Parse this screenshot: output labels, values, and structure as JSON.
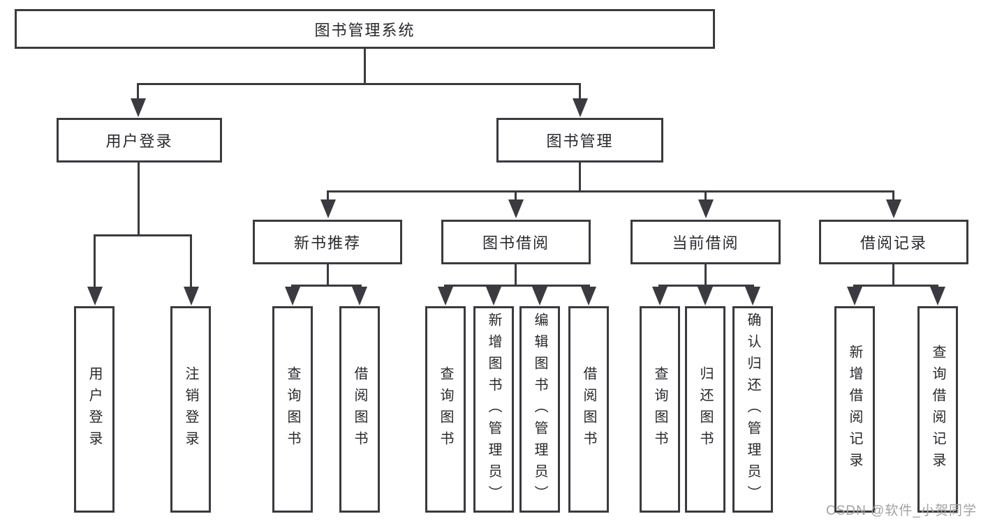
{
  "diagram": {
    "title": "图书管理系统",
    "watermark": "CSDN @软件_小贺同学",
    "colors": {
      "line": "#3a3a40",
      "text": "#28282e",
      "background": "#ffffff",
      "watermark": "#a2a2a2"
    },
    "nodes": [
      {
        "id": "root",
        "label": "图书管理系统",
        "level": 1,
        "parent": null
      },
      {
        "id": "user-login",
        "label": "用户登录",
        "level": 2,
        "parent": "root"
      },
      {
        "id": "book-management",
        "label": "图书管理",
        "level": 2,
        "parent": "root"
      },
      {
        "id": "new-book-recommend",
        "label": "新书推荐",
        "level": 3,
        "parent": "book-management"
      },
      {
        "id": "book-borrow",
        "label": "图书借阅",
        "level": 3,
        "parent": "book-management"
      },
      {
        "id": "current-borrow",
        "label": "当前借阅",
        "level": 3,
        "parent": "book-management"
      },
      {
        "id": "borrow-records",
        "label": "借阅记录",
        "level": 3,
        "parent": "book-management"
      },
      {
        "id": "leaf-user-login",
        "label": "用户登录",
        "level": 4,
        "parent": "user-login"
      },
      {
        "id": "leaf-logout",
        "label": "注销登录",
        "level": 4,
        "parent": "user-login"
      },
      {
        "id": "leaf-query-book-1",
        "label": "查询图书",
        "level": 4,
        "parent": "new-book-recommend"
      },
      {
        "id": "leaf-borrow-book-1",
        "label": "借阅图书",
        "level": 4,
        "parent": "new-book-recommend"
      },
      {
        "id": "leaf-query-book-2",
        "label": "查询图书",
        "level": 4,
        "parent": "book-borrow"
      },
      {
        "id": "leaf-add-book",
        "label": "新增图书（管理员）",
        "level": 4,
        "parent": "book-borrow"
      },
      {
        "id": "leaf-edit-book",
        "label": "编辑图书（管理员）",
        "level": 4,
        "parent": "book-borrow"
      },
      {
        "id": "leaf-borrow-book-2",
        "label": "借阅图书",
        "level": 4,
        "parent": "book-borrow"
      },
      {
        "id": "leaf-query-book-3",
        "label": "查询图书",
        "level": 4,
        "parent": "current-borrow"
      },
      {
        "id": "leaf-return-book",
        "label": "归还图书",
        "level": 4,
        "parent": "current-borrow"
      },
      {
        "id": "leaf-confirm-return",
        "label": "确认归还（管理员）",
        "level": 4,
        "parent": "current-borrow"
      },
      {
        "id": "leaf-add-borrow-record",
        "label": "新增借阅记录",
        "level": 4,
        "parent": "borrow-records"
      },
      {
        "id": "leaf-query-borrow-record",
        "label": "查询借阅记录",
        "level": 4,
        "parent": "borrow-records"
      }
    ]
  }
}
